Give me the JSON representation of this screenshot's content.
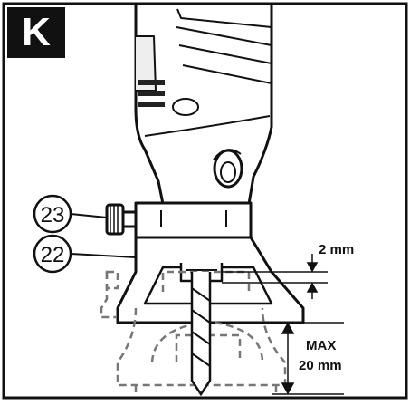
{
  "figure": {
    "panel_letter": "K",
    "callouts": [
      {
        "number": "23",
        "part": "knob"
      },
      {
        "number": "22",
        "part": "attachment"
      }
    ],
    "dimension_small": "2 mm",
    "dimension_max_line1": "MAX",
    "dimension_max_line2": "20 mm"
  }
}
